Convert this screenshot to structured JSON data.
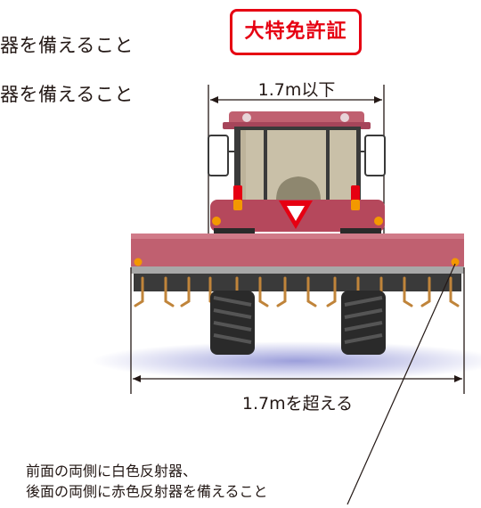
{
  "top_text": {
    "line1": "器を備えること",
    "line2": "器を備えること"
  },
  "badge": "大特免許証",
  "dimensions": {
    "top_width_label": "1.7m以下",
    "bottom_width_label": "1.7mを超える"
  },
  "note": {
    "line1": "前面の両側に白色反射器、",
    "line2": "後面の両側に赤色反射器を備えること"
  },
  "colors": {
    "badge_red": "#e60012",
    "body_maroon": "#b5485c",
    "implement": "#c06070",
    "cabin": "#c9c0a8",
    "tire": "#2a2a2a"
  }
}
